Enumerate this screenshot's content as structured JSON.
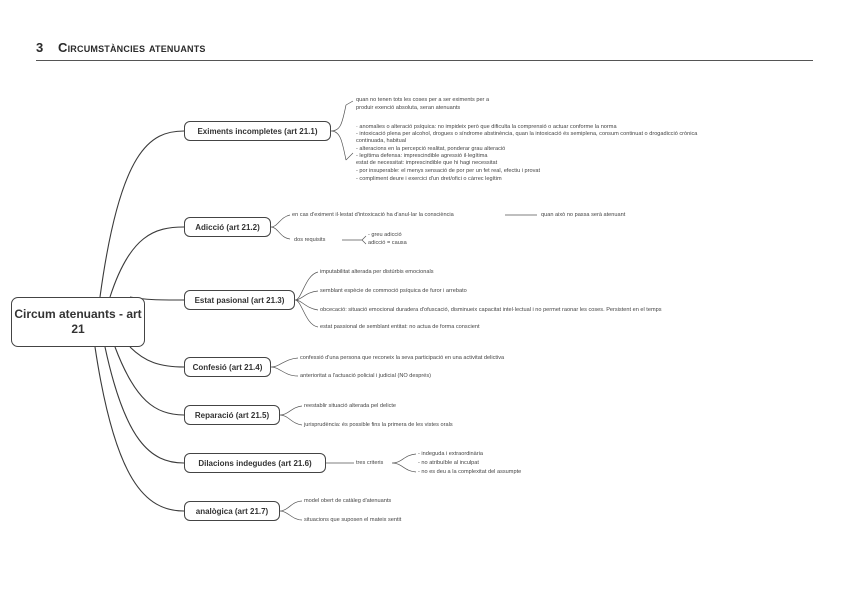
{
  "header": {
    "number": "3",
    "title": "Circumstàncies atenuants"
  },
  "root": {
    "label": "Circum atenuants - art 21"
  },
  "branches": [
    {
      "label": "Eximents incompletes (art 21.1)",
      "notes": [
        "quan no tenen tots les coses per a ser eximents per a",
        "produir exenció absoluta, seran atenuants",
        "· anomalies o alteració psíquica: no impideix però que dificulta la comprensió o actuar conforme la norma",
        "- intoxicació plena per alcohol, drogues o síndrome abstinència, quan la intoxicació és semiplena, consum continuat o drogadicció crònica",
        "  continuada, habitual",
        "- alteracions en la percepció realitat, ponderar grau alteració",
        "- legítima defensa: imprescindible agressió il·legítima",
        "  estat de necessitat: imprescindible que hi hagi necessitat",
        "- por insuperable: el menys sensació de por per un fet real, efectiu i provat",
        "- compliment deure i exercici d'un dret/ofici o càrrec legítim"
      ]
    },
    {
      "label": "Adicció (art 21.2)",
      "notes": [
        "en cas d'eximent il·lestat d'intoxicació ha d'anul·lar la consciència",
        "quan això no passa serà atenuant",
        "dos requisits",
        "- greu adicció",
        "  adicció = causa"
      ]
    },
    {
      "label": "Estat pasional (art 21.3)",
      "notes": [
        "imputabilitat alterada per distúrbis emocionals",
        "semblant espècie de commoció psíquica de furor i arrebato",
        "obcecació: situació emocional duradera d'ofuscació, disminueix capacitat intel·lectual i no permet raonar les coses. Persistent en el temps",
        "estat passional de semblant entitat: no actua de forma conscient"
      ]
    },
    {
      "label": "Confesió (art 21.4)",
      "notes": [
        "confessió d'una persona que reconeix la seva participació en una activitat delictiva",
        "anterioritat a l'actuació policial i judicial (NO després)"
      ]
    },
    {
      "label": "Reparació (art 21.5)",
      "notes": [
        "reestablir situació alterada pel delicte",
        "jurisprudència: és possible fins la primera de les vistes orals"
      ]
    },
    {
      "label": "Dilacions indegudes (art 21.6)",
      "notes": [
        "tres criteris",
        "- indeguda i extraordinària",
        "- no atribuïble al inculpat",
        "- no es deu a la complexitat del assumpte"
      ]
    },
    {
      "label": "analògica (art 21.7)",
      "notes": [
        "model obert de catàleg d'atenuants",
        "situacions que suposen el mateix sentit"
      ]
    }
  ]
}
